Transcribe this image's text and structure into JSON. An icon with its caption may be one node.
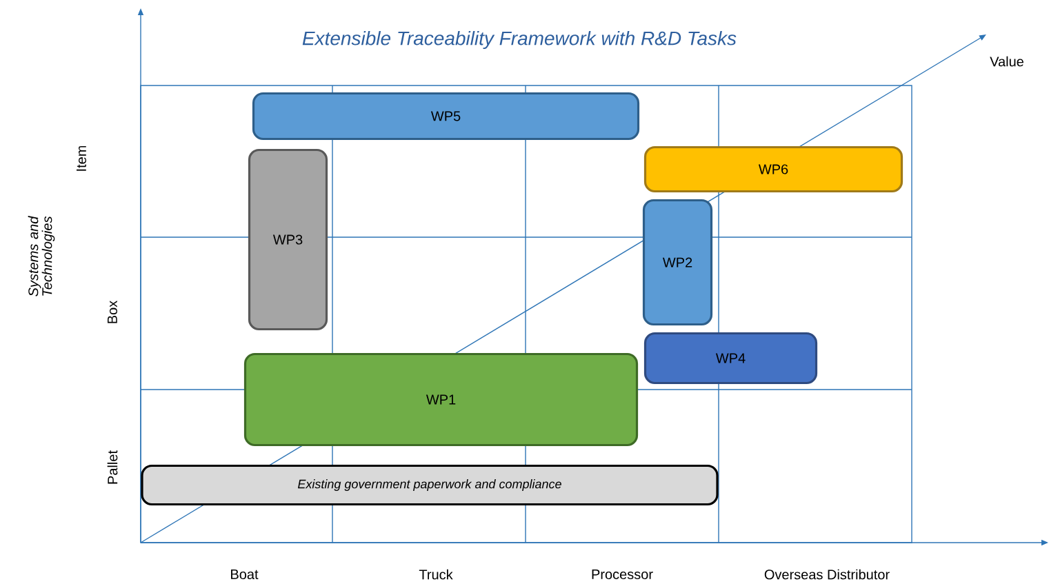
{
  "diagram": {
    "title": "Extensible Traceability Framework with R&D Tasks",
    "nodes": [
      {
        "text": [
          "WP5"
        ]
      },
      {
        "text": [
          "WP6"
        ]
      },
      {
        "text": [
          "WP3"
        ]
      },
      {
        "text": [
          "WP2"
        ]
      },
      {
        "text": [
          "WP4"
        ]
      },
      {
        "text": [
          "WP1"
        ]
      },
      {
        "text": [
          "Existing government paperwork and compliance"
        ]
      }
    ],
    "labels": [
      "Value",
      "Item",
      "Systems and Technologies",
      "Box",
      "Pallet",
      "Boat",
      "Truck",
      "Processor",
      "Overseas Distributor"
    ]
  }
}
